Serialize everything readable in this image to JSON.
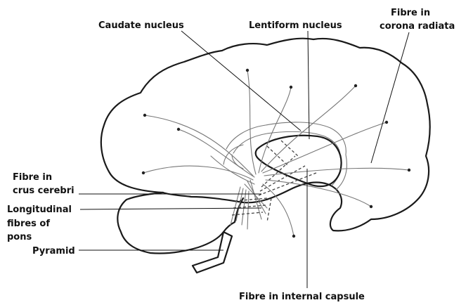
{
  "labels": {
    "caudate": "Caudate nucleus",
    "lentiform": "Lentiform nucleus",
    "corona_line1": "Fibre in",
    "corona_line2": "corona radiata",
    "crus_line1": "Fibre in",
    "crus_line2": "crus cerebri",
    "pons_line1": "Longitudinal",
    "pons_line2": "fibres of",
    "pons_line3": "pons",
    "pyramid": "Pyramid",
    "internal_capsule": "Fibre in internal capsule"
  },
  "colors": {
    "outline": "#1a1a1a",
    "fibre": "#777777",
    "text": "#111111"
  }
}
